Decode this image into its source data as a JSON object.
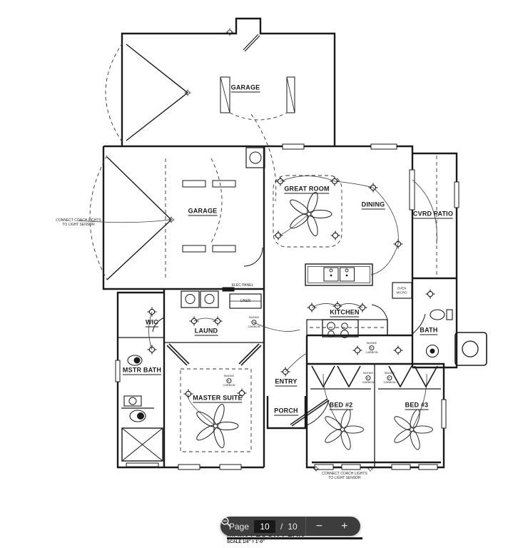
{
  "document": {
    "title": "MAIN FLOOR PLAN",
    "scale_note": "SCALE 1/4\" = 1'-0\""
  },
  "rooms": {
    "garage_upper": "GARAGE",
    "garage_left": "GARAGE",
    "great_room": "GREAT ROOM",
    "dining": "DINING",
    "cvrd_patio": "CVRD PATIO",
    "kitchen": "KITCHEN",
    "bath": "BATH",
    "wic": "WIC",
    "laundry": "LAUND",
    "mstr_bath": "MSTR BATH",
    "master_suite": "MASTER SUITE",
    "entry": "ENTRY",
    "porch": "PORCH",
    "bed_2": "BED #2",
    "bed_3": "BED #3"
  },
  "annotations": {
    "coach_lights_line1": "CONNECT COACH LIGHTS",
    "coach_lights_line2": "TO LIGHT SENSOR",
    "elec_panel": "ELEC PANEL",
    "linen": "LINEN",
    "oven": "OVEN",
    "micro": "MICRO",
    "smoke": "SMOKE",
    "carbon": "CARBON"
  },
  "toolbar": {
    "page_label": "Page",
    "current_page": "10",
    "page_separator": "/",
    "total_pages": "10",
    "zoom_out": "−",
    "zoom_in": "+"
  },
  "colors": {
    "toolbar_bg": "#3d3d3d",
    "toolbar_input_bg": "#191919",
    "toolbar_text": "#e8e8e8",
    "ink": "#1a1a1a",
    "paper": "#ffffff"
  }
}
